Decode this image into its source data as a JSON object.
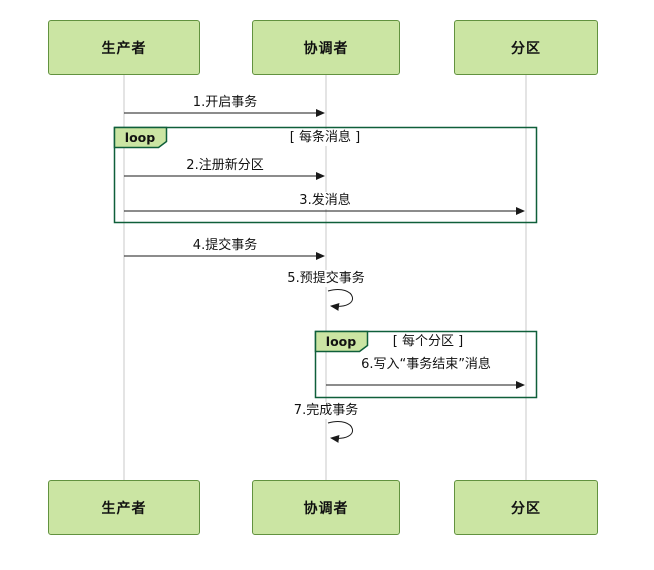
{
  "diagram": {
    "type": "sequence-diagram",
    "participants": [
      {
        "id": "producer",
        "label": "生产者"
      },
      {
        "id": "coordinator",
        "label": "协调者"
      },
      {
        "id": "partition",
        "label": "分区"
      }
    ],
    "messages": [
      {
        "label": "1.开启事务",
        "from": "producer",
        "to": "coordinator",
        "kind": "arrow"
      },
      {
        "label": "2.注册新分区",
        "from": "producer",
        "to": "coordinator",
        "kind": "arrow"
      },
      {
        "label": "3.发消息",
        "from": "producer",
        "to": "partition",
        "kind": "arrow"
      },
      {
        "label": "4.提交事务",
        "from": "producer",
        "to": "coordinator",
        "kind": "arrow"
      },
      {
        "label": "5.预提交事务",
        "from": "coordinator",
        "to": "coordinator",
        "kind": "self"
      },
      {
        "label": "6.写入“事务结束”消息",
        "from": "coordinator",
        "to": "partition",
        "kind": "arrow"
      },
      {
        "label": "7.完成事务",
        "from": "coordinator",
        "to": "coordinator",
        "kind": "self"
      }
    ],
    "fragments": [
      {
        "operator": "loop",
        "condition": "[ 每条消息 ]",
        "contains": [
          "2.注册新分区",
          "3.发消息"
        ]
      },
      {
        "operator": "loop",
        "condition": "[ 每个分区 ]",
        "contains": [
          "6.写入“事务结束”消息"
        ]
      }
    ],
    "colors": {
      "participant_fill": "#cbe5a3",
      "participant_border": "#62923f",
      "fragment_border": "#0f5f3a",
      "lifeline": "#c8c8c8",
      "arrow": "#1a1a1a"
    }
  }
}
